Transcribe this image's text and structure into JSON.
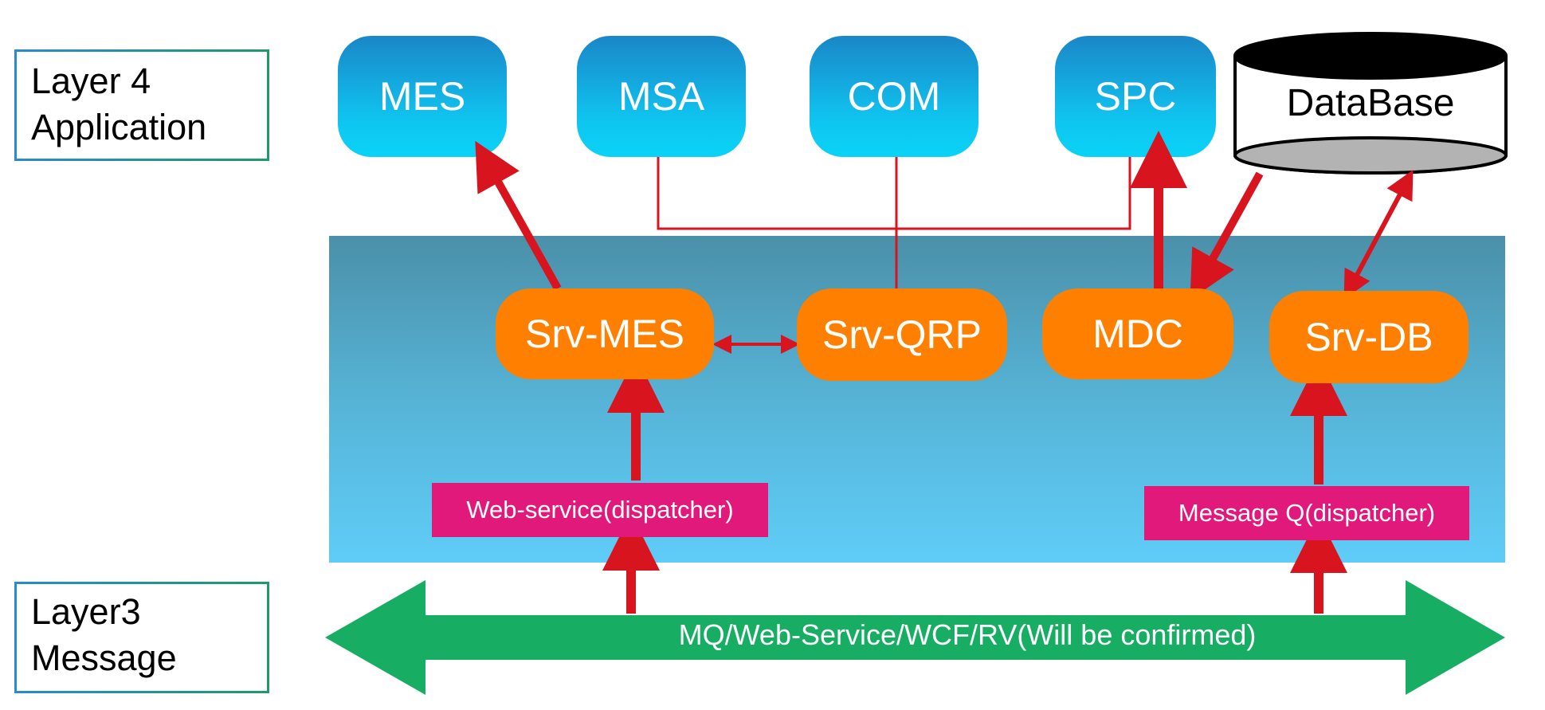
{
  "layers": {
    "layer4": {
      "line1": "Layer 4",
      "line2": "Application"
    },
    "layer3": {
      "line1": "Layer3",
      "line2": "Message"
    }
  },
  "applications": {
    "mes": "MES",
    "msa": "MSA",
    "com": "COM",
    "spc": "SPC",
    "database": "DataBase"
  },
  "services": {
    "srv_mes": "Srv-MES",
    "srv_qrp": "Srv-QRP",
    "mdc": "MDC",
    "srv_db": "Srv-DB"
  },
  "dispatchers": {
    "web_service": "Web-service(dispatcher)",
    "message_q": "Message Q(dispatcher)"
  },
  "bus": {
    "label": "MQ/Web-Service/WCF/RV(Will be confirmed)"
  },
  "colors": {
    "application": "#10b4e6",
    "service": "#ff7f00",
    "dispatcher": "#e0197a",
    "bus": "#17ad63",
    "connector": "#d8141f",
    "band_top": "#4b90a9",
    "band_bottom": "#5fcdf8"
  }
}
